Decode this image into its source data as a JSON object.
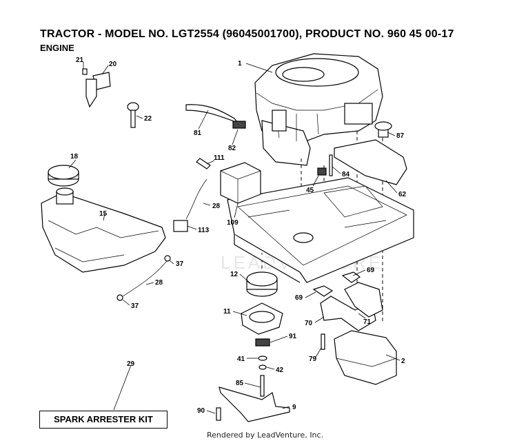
{
  "header": {
    "title": "TRACTOR - MODEL NO. LGT2554 (96045001700), PRODUCT NO. 960 45 00-17",
    "subtitle": "ENGINE"
  },
  "watermark": "LEADVENTURE",
  "kit_label": "SPARK ARRESTER KIT",
  "footer": "Rendered by LeadVenture, Inc.",
  "callouts": [
    "1",
    "2",
    "9",
    "11",
    "12",
    "15",
    "18",
    "20",
    "21",
    "22",
    "28",
    "28",
    "29",
    "37",
    "37",
    "41",
    "42",
    "45",
    "62",
    "69",
    "69",
    "70",
    "71",
    "79",
    "81",
    "82",
    "84",
    "85",
    "87",
    "90",
    "91",
    "109",
    "111",
    "113"
  ]
}
